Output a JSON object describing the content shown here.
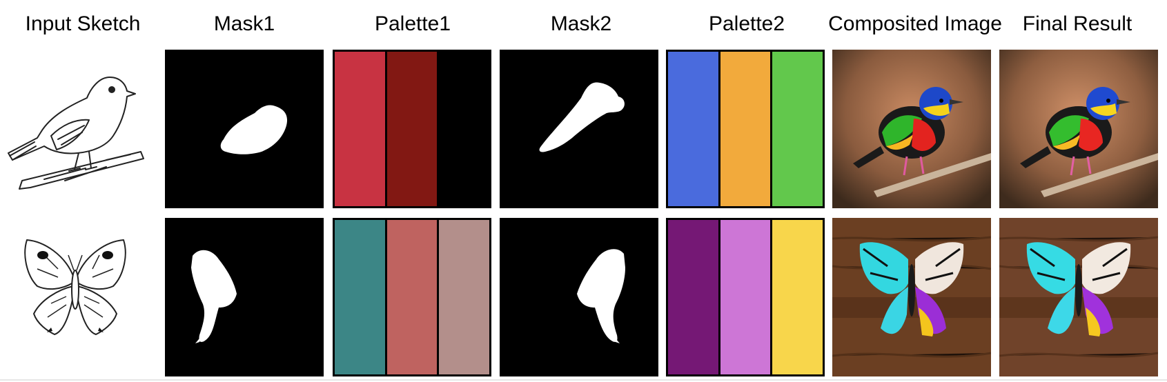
{
  "headers": {
    "input_sketch": "Input Sketch",
    "mask1": "Mask1",
    "palette1": "Palette1",
    "mask2": "Mask2",
    "palette2": "Palette2",
    "composited": "Composited Image",
    "final": "Final Result"
  },
  "rows": [
    {
      "subject": "bird",
      "palette1": [
        "#C83342",
        "#821813",
        "#000000"
      ],
      "palette2": [
        "#4A6BDD",
        "#F2AA3C",
        "#62C84C"
      ]
    },
    {
      "subject": "butterfly",
      "palette1": [
        "#3C8686",
        "#BF6360",
        "#B38F8B"
      ],
      "palette2": [
        "#751875",
        "#CD76D6",
        "#F8D64B"
      ]
    }
  ],
  "colors": {
    "border": "#000000",
    "mask_fg": "#ffffff",
    "mask_bg": "#000000"
  }
}
